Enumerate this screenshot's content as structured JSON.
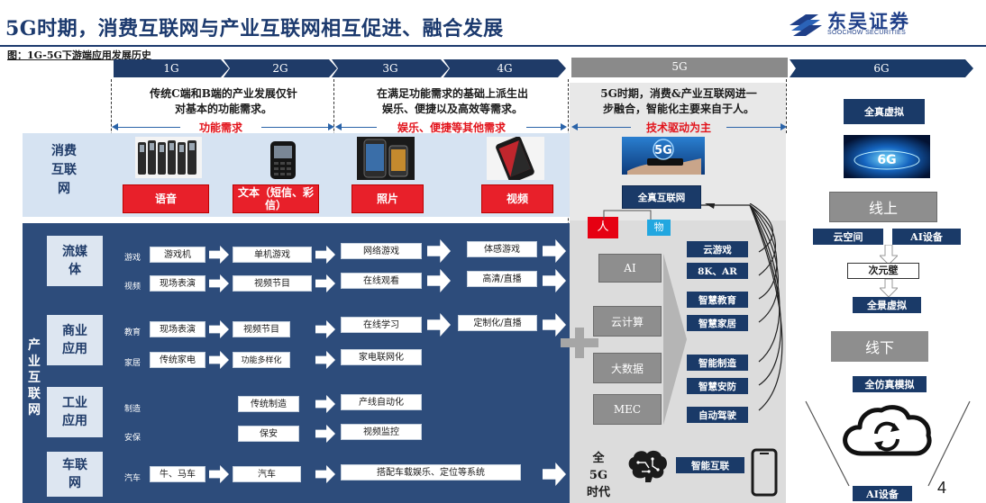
{
  "header": {
    "title": "5G时期，消费互联网与产业互联网相互促进、融合发展",
    "logo_name": "东吴证券",
    "logo_sub": "SOOCHOW SECURITIES",
    "figure_caption": "图：1G-5G下游端应用发展历史"
  },
  "generations": [
    "1G",
    "2G",
    "3G",
    "4G",
    "5G",
    "6G"
  ],
  "phases": {
    "p1_desc": [
      "传统C端和B端的产业发展仅针",
      "对基本的功能需求。"
    ],
    "p1_tag": "功能需求",
    "p2_desc": [
      "在满足功能需求的基础上派生出",
      "娱乐、便捷以及高效等需求。"
    ],
    "p2_tag": "娱乐、便捷等其他需求",
    "p3_desc": [
      "5G时期，消费&产业互联网进一",
      "步融合，智能化主要来自于人。"
    ],
    "p3_tag": "技术驱动为主"
  },
  "consumer": {
    "label": [
      "消费",
      "互联",
      "网"
    ],
    "items": [
      "语音",
      "文本（短信、彩信）",
      "照片",
      "视频"
    ],
    "image_text": "5G"
  },
  "industrial": {
    "side_label": "产业互联网",
    "rows": [
      {
        "label": [
          "流媒",
          "体"
        ],
        "subs": [
          {
            "name": "游戏",
            "steps": [
              "游戏机",
              "单机游戏",
              "网络游戏",
              "体感游戏"
            ]
          },
          {
            "name": "视频",
            "steps": [
              "现场表演",
              "视频节目",
              "在线观看",
              "高清/直播"
            ]
          }
        ]
      },
      {
        "label": [
          "商业",
          "应用"
        ],
        "subs": [
          {
            "name": "教育",
            "steps": [
              "现场表演",
              "视频节目",
              "在线学习",
              "定制化/直播"
            ]
          },
          {
            "name": "家居",
            "steps": [
              "传统家电",
              "功能多样化",
              "家电联网化"
            ]
          }
        ]
      },
      {
        "label": [
          "工业",
          "应用"
        ],
        "subs": [
          {
            "name": "制造",
            "steps": [
              "传统制造",
              "产线自动化"
            ]
          },
          {
            "name": "安保",
            "steps": [
              "保安",
              "视频监控"
            ]
          }
        ]
      },
      {
        "label": [
          "车联",
          "网"
        ],
        "subs": [
          {
            "name": "汽车",
            "steps": [
              "牛、马车",
              "汽车",
              "搭配车载娱乐、定位等系统"
            ]
          }
        ]
      }
    ]
  },
  "col5g": {
    "top_box": "全真互联网",
    "human": "人",
    "thing": "物",
    "tech": [
      "AI",
      "云计算",
      "大数据",
      "MEC"
    ],
    "apps": [
      "云游戏",
      "8K、AR",
      "智慧教育",
      "智慧家居",
      "智能制造",
      "智慧安防",
      "自动驾驶"
    ],
    "era": [
      "全",
      "5G",
      "时代"
    ],
    "smart": "智能互联"
  },
  "col6g": {
    "top_box": "全真虚拟",
    "image_text": "6G",
    "online": "线上",
    "online_items": [
      "云空间",
      "AI设备"
    ],
    "metaverse": "次元壁",
    "panorama": "全景虚拟",
    "offline": "线下",
    "simulation": "全仿真模拟",
    "bottom": "AI设备"
  },
  "page_number": "4",
  "colors": {
    "navy": "#1a3a68",
    "red": "#e2131b",
    "light_blue": "#d6e3f2",
    "gray": "#8e8e8e",
    "panel": "#2d4c7b"
  }
}
